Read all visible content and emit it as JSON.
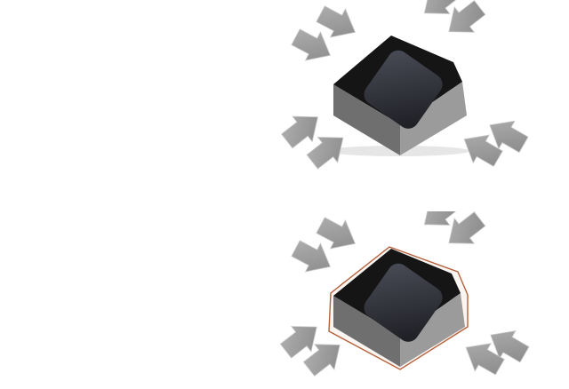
{
  "figures": [
    {
      "id": "top",
      "label": "",
      "outline": false,
      "arrow_count": 8,
      "colors": {
        "arrow": "#9a9a9a",
        "body": "#8c8c8c",
        "cap": "#141414",
        "window": "#2f3038"
      }
    },
    {
      "id": "bottom",
      "label": "",
      "outline": true,
      "arrow_count": 8,
      "colors": {
        "arrow": "#9a9a9a",
        "body": "#8c8c8c",
        "cap": "#141414",
        "window": "#2f3038",
        "outline": "#b4603a"
      }
    }
  ]
}
